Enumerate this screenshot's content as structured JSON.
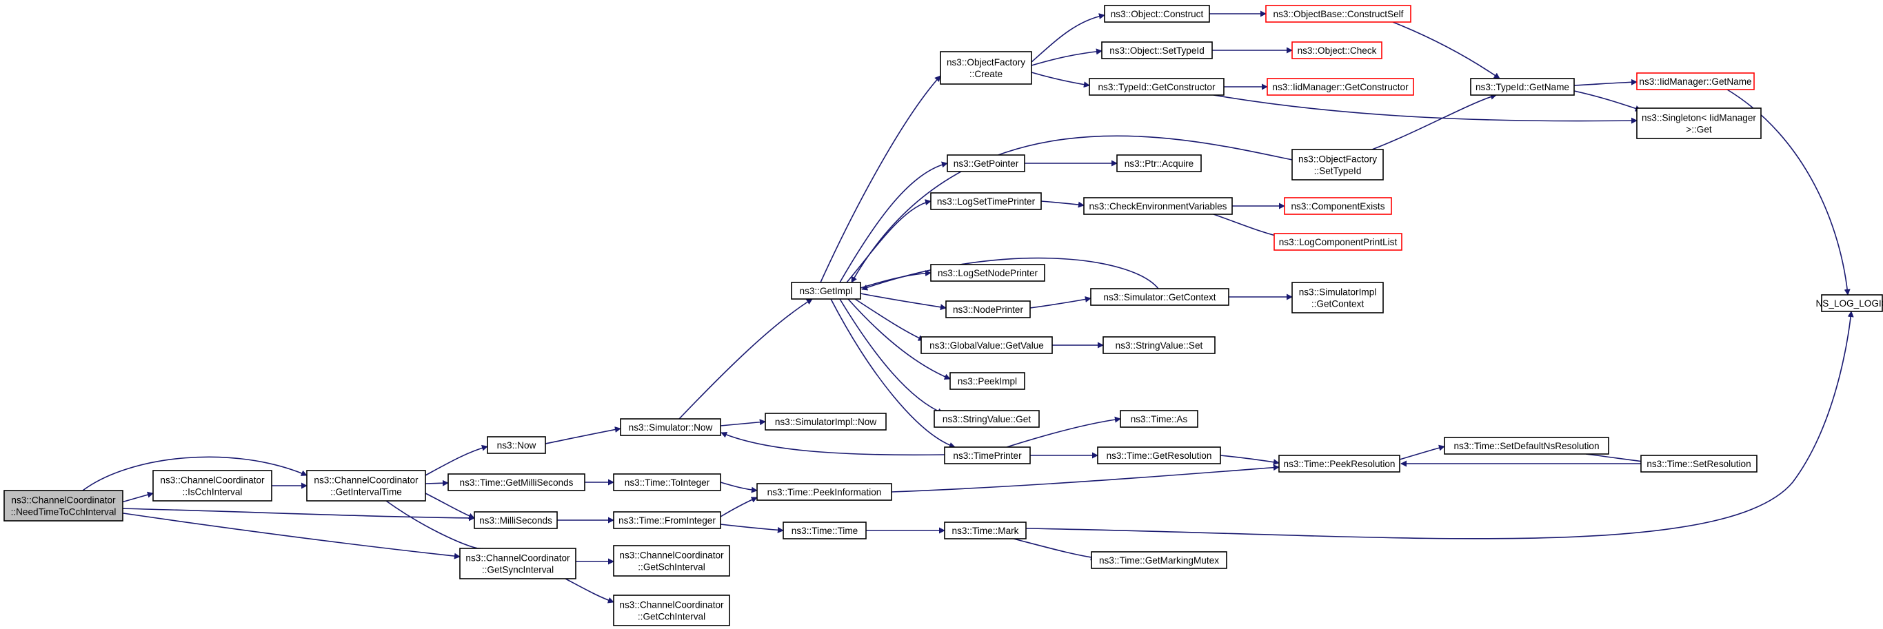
{
  "colors": {
    "edge": "#191970",
    "node_border": "#000000",
    "truncated_border": "#ff0000",
    "root_fill": "#bfbfbf",
    "background": "#ffffff"
  },
  "nodes": [
    {
      "id": "root",
      "lines": [
        "ns3::ChannelCoordinator",
        "::NeedTimeToCchInterval"
      ],
      "style": "root"
    },
    {
      "id": "isCch",
      "lines": [
        "ns3::ChannelCoordinator",
        "::IsCchInterval"
      ],
      "style": "normal"
    },
    {
      "id": "getIntervalTime",
      "lines": [
        "ns3::ChannelCoordinator",
        "::GetIntervalTime"
      ],
      "style": "normal"
    },
    {
      "id": "now",
      "lines": [
        "ns3::Now"
      ],
      "style": "normal"
    },
    {
      "id": "getMilliSeconds",
      "lines": [
        "ns3::Time::GetMilliSeconds"
      ],
      "style": "normal"
    },
    {
      "id": "milliSeconds",
      "lines": [
        "ns3::MilliSeconds"
      ],
      "style": "normal"
    },
    {
      "id": "getSyncInterval",
      "lines": [
        "ns3::ChannelCoordinator",
        "::GetSyncInterval"
      ],
      "style": "normal"
    },
    {
      "id": "simNow",
      "lines": [
        "ns3::Simulator::Now"
      ],
      "style": "normal"
    },
    {
      "id": "simImplNow",
      "lines": [
        "ns3::SimulatorImpl::Now"
      ],
      "style": "normal"
    },
    {
      "id": "toInteger",
      "lines": [
        "ns3::Time::ToInteger"
      ],
      "style": "normal"
    },
    {
      "id": "fromInteger",
      "lines": [
        "ns3::Time::FromInteger"
      ],
      "style": "normal"
    },
    {
      "id": "getSch",
      "lines": [
        "ns3::ChannelCoordinator",
        "::GetSchInterval"
      ],
      "style": "normal"
    },
    {
      "id": "getCch",
      "lines": [
        "ns3::ChannelCoordinator",
        "::GetCchInterval"
      ],
      "style": "normal"
    },
    {
      "id": "getImpl",
      "lines": [
        "ns3::GetImpl"
      ],
      "style": "normal"
    },
    {
      "id": "peekInfo",
      "lines": [
        "ns3::Time::PeekInformation"
      ],
      "style": "normal"
    },
    {
      "id": "timeTime",
      "lines": [
        "ns3::Time::Time"
      ],
      "style": "normal"
    },
    {
      "id": "objFactoryCreate",
      "lines": [
        "ns3::ObjectFactory",
        "::Create"
      ],
      "style": "normal"
    },
    {
      "id": "getPointer",
      "lines": [
        "ns3::GetPointer"
      ],
      "style": "normal"
    },
    {
      "id": "logSetTimePrinter",
      "lines": [
        "ns3::LogSetTimePrinter"
      ],
      "style": "normal"
    },
    {
      "id": "logSetNodePrinter",
      "lines": [
        "ns3::LogSetNodePrinter"
      ],
      "style": "normal"
    },
    {
      "id": "nodePrinter",
      "lines": [
        "ns3::NodePrinter"
      ],
      "style": "normal"
    },
    {
      "id": "globalGetValue",
      "lines": [
        "ns3::GlobalValue::GetValue"
      ],
      "style": "normal"
    },
    {
      "id": "peekImpl",
      "lines": [
        "ns3::PeekImpl"
      ],
      "style": "normal"
    },
    {
      "id": "stringGet",
      "lines": [
        "ns3::StringValue::Get"
      ],
      "style": "normal"
    },
    {
      "id": "timePrinter",
      "lines": [
        "ns3::TimePrinter"
      ],
      "style": "normal"
    },
    {
      "id": "timeMark",
      "lines": [
        "ns3::Time::Mark"
      ],
      "style": "normal"
    },
    {
      "id": "objConstruct",
      "lines": [
        "ns3::Object::Construct"
      ],
      "style": "normal"
    },
    {
      "id": "objSetTypeId",
      "lines": [
        "ns3::Object::SetTypeId"
      ],
      "style": "normal"
    },
    {
      "id": "typeIdGetCtor",
      "lines": [
        "ns3::TypeId::GetConstructor"
      ],
      "style": "normal"
    },
    {
      "id": "ptrAcquire",
      "lines": [
        "ns3::Ptr::Acquire"
      ],
      "style": "normal"
    },
    {
      "id": "checkEnv",
      "lines": [
        "ns3::CheckEnvironmentVariables"
      ],
      "style": "normal"
    },
    {
      "id": "simGetContext",
      "lines": [
        "ns3::Simulator::GetContext"
      ],
      "style": "normal"
    },
    {
      "id": "stringSet",
      "lines": [
        "ns3::StringValue::Set"
      ],
      "style": "normal"
    },
    {
      "id": "timeAs",
      "lines": [
        "ns3::Time::As"
      ],
      "style": "normal"
    },
    {
      "id": "getResolution",
      "lines": [
        "ns3::Time::GetResolution"
      ],
      "style": "normal"
    },
    {
      "id": "getMarkingMutex",
      "lines": [
        "ns3::Time::GetMarkingMutex"
      ],
      "style": "normal"
    },
    {
      "id": "objBaseConstructSelf",
      "lines": [
        "ns3::ObjectBase::ConstructSelf"
      ],
      "style": "truncated"
    },
    {
      "id": "objCheck",
      "lines": [
        "ns3::Object::Check"
      ],
      "style": "truncated"
    },
    {
      "id": "iidGetCtor",
      "lines": [
        "ns3::IidManager::GetConstructor"
      ],
      "style": "truncated"
    },
    {
      "id": "objFactorySetTypeId",
      "lines": [
        "ns3::ObjectFactory",
        "::SetTypeId"
      ],
      "style": "normal"
    },
    {
      "id": "componentExists",
      "lines": [
        "ns3::ComponentExists"
      ],
      "style": "truncated"
    },
    {
      "id": "logComponentPrintList",
      "lines": [
        "ns3::LogComponentPrintList"
      ],
      "style": "truncated"
    },
    {
      "id": "simImplGetContext",
      "lines": [
        "ns3::SimulatorImpl",
        "::GetContext"
      ],
      "style": "normal"
    },
    {
      "id": "peekResolution",
      "lines": [
        "ns3::Time::PeekResolution"
      ],
      "style": "normal"
    },
    {
      "id": "typeIdGetName",
      "lines": [
        "ns3::TypeId::GetName"
      ],
      "style": "normal"
    },
    {
      "id": "setDefaultNsRes",
      "lines": [
        "ns3::Time::SetDefaultNsResolution"
      ],
      "style": "normal"
    },
    {
      "id": "iidGetName",
      "lines": [
        "ns3::IidManager::GetName"
      ],
      "style": "truncated"
    },
    {
      "id": "singletonGet",
      "lines": [
        "ns3::Singleton< IidManager",
        " >::Get"
      ],
      "style": "normal"
    },
    {
      "id": "setResolution",
      "lines": [
        "ns3::Time::SetResolution"
      ],
      "style": "normal"
    },
    {
      "id": "nsLogLogic",
      "lines": [
        "NS_LOG_LOGIC"
      ],
      "style": "normal"
    }
  ]
}
